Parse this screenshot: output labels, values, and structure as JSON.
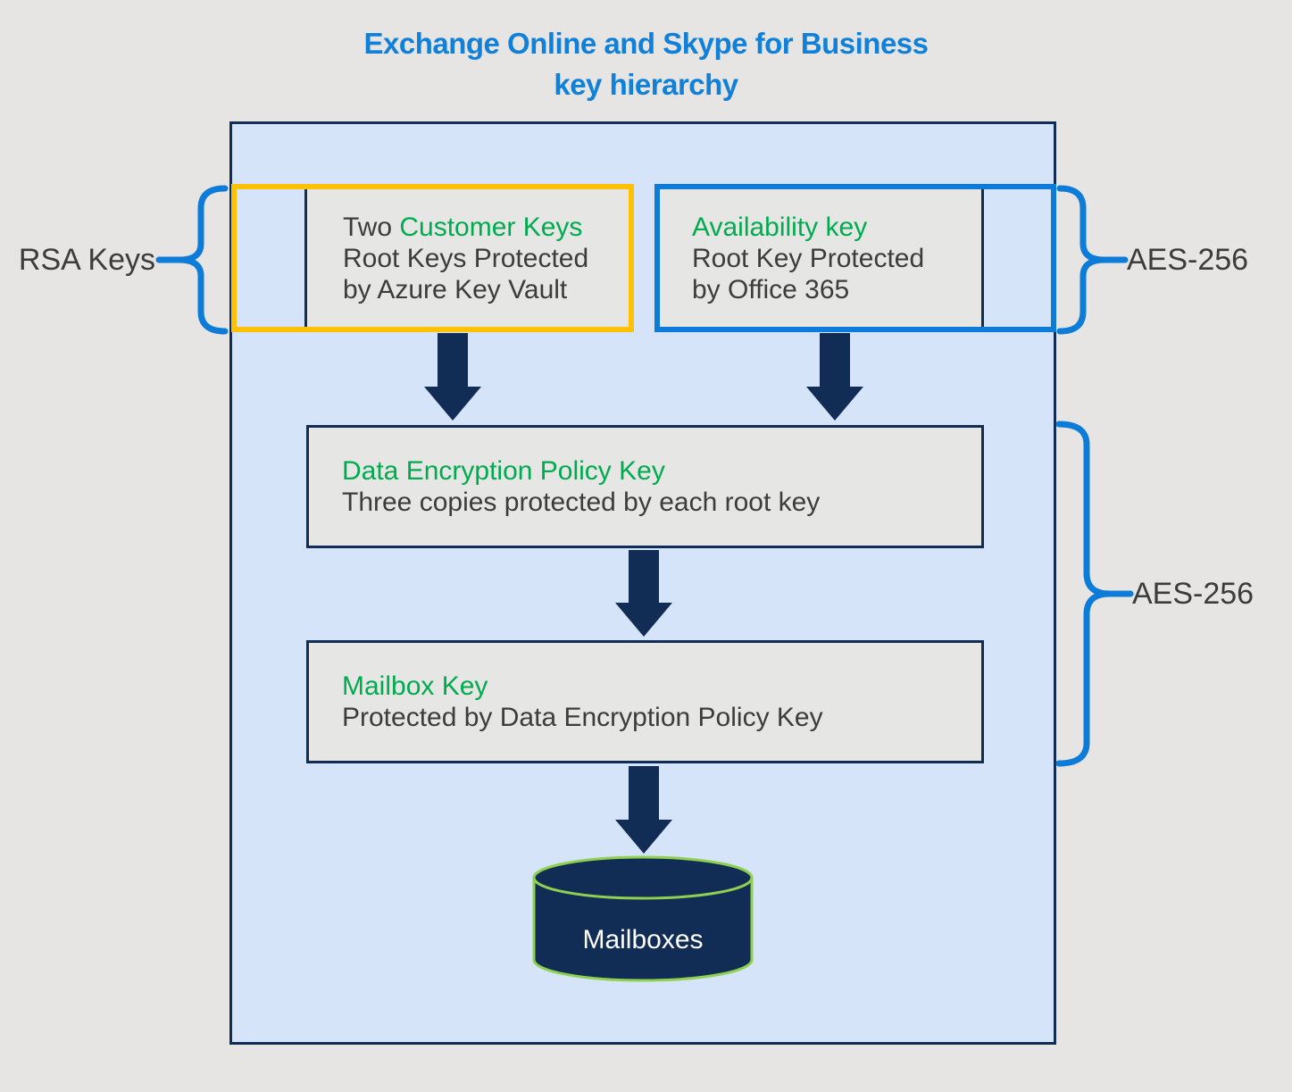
{
  "title": {
    "line1": "Exchange Online and Skype for Business",
    "line2": "key hierarchy"
  },
  "labels": {
    "rsa_keys": "RSA Keys",
    "aes_256_top": "AES-256",
    "aes_256_bottom": "AES-256"
  },
  "boxes": {
    "customer_keys": {
      "title_prefix": "Two ",
      "title": "Customer Keys",
      "line1": "Root Keys Protected",
      "line2": "by Azure Key Vault"
    },
    "availability_key": {
      "title": "Availability key",
      "line1": "Root Key Protected",
      "line2": "by Office 365"
    },
    "dep_key": {
      "title": "Data Encryption Policy Key",
      "line1": "Three copies protected by each root key"
    },
    "mailbox_key": {
      "title": "Mailbox Key",
      "line1": "Protected by Data Encryption Policy Key"
    }
  },
  "database": {
    "label": "Mailboxes"
  },
  "colors": {
    "page_bg": "#e6e5e3",
    "container_fill": "#d6e4fa",
    "box_fill": "#e6e6e5",
    "navy": "#112c55",
    "accent_blue": "#0d7bd8",
    "title_blue": "#1080d8",
    "accent_yellow": "#ffc103",
    "green": "#00ab50",
    "text_dark": "#3c3c3c",
    "cylinder_green": "#90d050",
    "white_text": "#ffffff"
  }
}
